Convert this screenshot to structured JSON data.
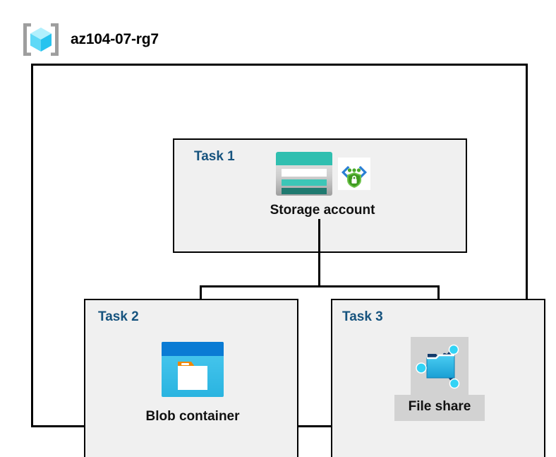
{
  "header": {
    "resource_group_name": "az104-07-rg7",
    "icon_name": "azure-resource-group-icon"
  },
  "diagram": {
    "type": "azure-architecture-diagram",
    "container_label": "az104-07-rg7",
    "colors": {
      "task_label": "#16537e",
      "box_fill": "#f0f0f0",
      "box_border": "#000000",
      "highlight_fill": "#d2d2d2",
      "storage_teal": "#30bfb0",
      "storage_teal_dark": "#1f7a70",
      "blob_blue": "#0a7bd4",
      "blob_cyan": "#32c3f0",
      "blob_orange": "#f08705",
      "fileshare_cyan": "#32bdee",
      "fileshare_navy": "#123a6b",
      "policy_green": "#49a92a",
      "policy_blue": "#2a7fd4",
      "rg_cube_cyan": "#6fe2fb",
      "rg_bracket_gray": "#9e9e9e"
    },
    "tasks": [
      {
        "id": "task1",
        "label": "Task 1",
        "resource": "Storage account",
        "icons": [
          "storage-account-icon",
          "secure-endpoint-icon"
        ],
        "highlighted": false
      },
      {
        "id": "task2",
        "label": "Task 2",
        "resource": "Blob container",
        "icons": [
          "blob-container-icon"
        ],
        "highlighted": false
      },
      {
        "id": "task3",
        "label": "Task 3",
        "resource": "File share",
        "icons": [
          "file-share-icon"
        ],
        "highlighted": true
      }
    ],
    "connections": [
      {
        "from": "Storage account",
        "to": "Blob container"
      },
      {
        "from": "Storage account",
        "to": "File share"
      }
    ]
  }
}
